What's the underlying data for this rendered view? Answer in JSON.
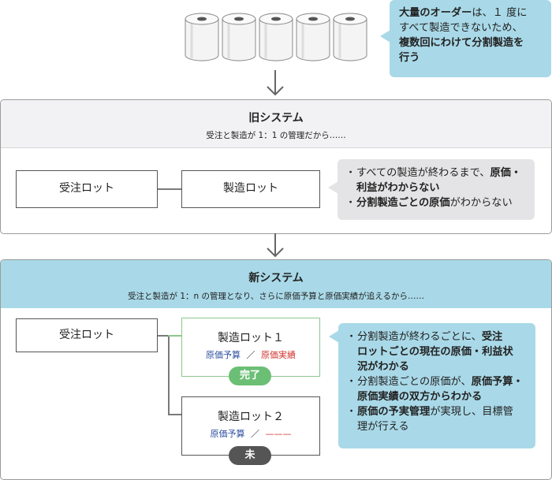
{
  "top_callout": {
    "p1_bold": "大量のオーダー",
    "p1_rest": "は、１ 度に",
    "p2": "すべて製造できないため、",
    "p3_bold": "複数回にわけて分割製造を",
    "p4_bold": "行う"
  },
  "old_system": {
    "title": "旧システム",
    "subtitle": "受注と製造が 1：1 の管理だから……",
    "order_lot": "受注ロット",
    "mfg_lot": "製造ロット",
    "notes": {
      "n1_pre": "すべての製造が終わるまで、",
      "n1_bold": "原価・",
      "n1_line2_bold": "利益がわからない",
      "n2_bold": "分割製造ごとの原価",
      "n2_rest": "がわからない"
    }
  },
  "new_system": {
    "title": "新システム",
    "subtitle": "受注と製造が 1：n の管理となり、さらに原価予算と原価実績が追えるから……",
    "order_lot": "受注ロット",
    "lot1": {
      "name": "製造ロット１",
      "budget": "原価予算",
      "sep": "／",
      "actual": "原価実績",
      "status": "完了"
    },
    "lot2": {
      "name": "製造ロット２",
      "budget": "原価予算",
      "sep": "／",
      "actual": "———",
      "status": "未"
    },
    "notes": {
      "n1_pre": "分割製造が終わるごとに、",
      "n1_bold": "受注",
      "n1_line2_bold": "ロットごとの現在の原価・利益状",
      "n1_line3_bold": "況がわかる",
      "n2_pre": "分割製造ごとの原価が、",
      "n2_bold": "原価予算・",
      "n2_line2_bold": "原価実績の双方からわかる",
      "n3_bold": "原価の予実管理",
      "n3_rest": "が実現し、目標管",
      "n3_line2": "理が行える"
    }
  },
  "bullet": "・",
  "colors": {
    "callout_blue": "#a9d9e8",
    "header_grey": "#f2f2f4",
    "header_blue": "#a9d9e8",
    "status_done": "#6bbf75",
    "status_pending": "#555555",
    "budget_blue": "#2d4ea0",
    "actual_red": "#d0312b"
  }
}
